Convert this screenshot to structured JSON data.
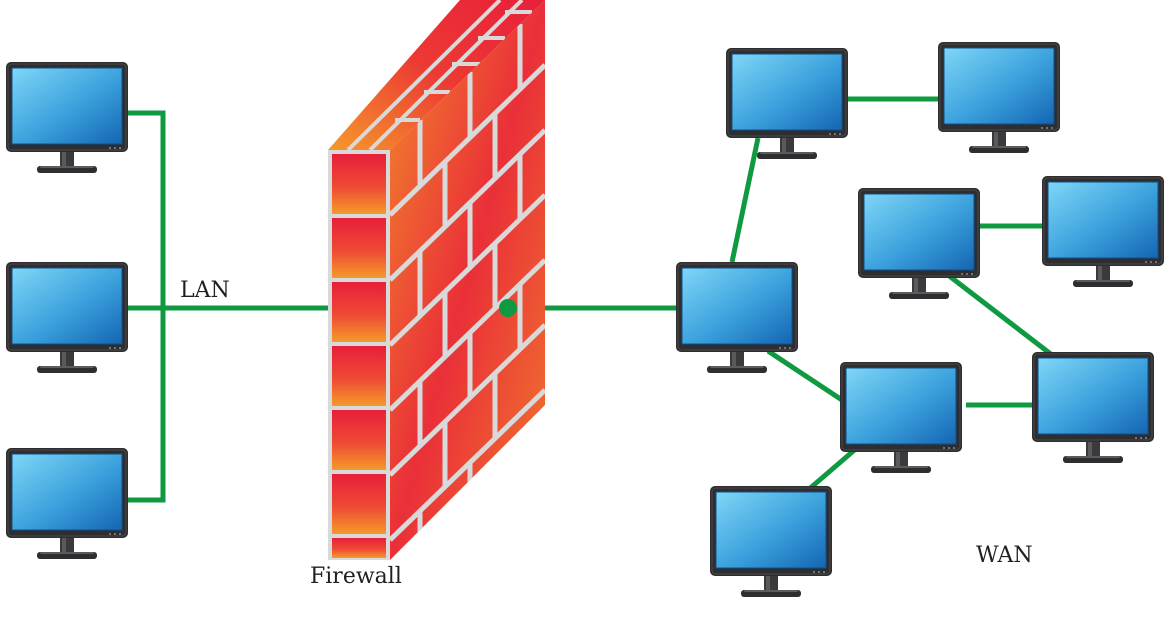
{
  "labels": {
    "lan": "LAN",
    "firewall": "Firewall",
    "wan": "WAN"
  },
  "colors": {
    "link": "#0f9a42",
    "monitor_bezel": "#2e2e30",
    "screen_light": "#79d3f6",
    "screen_dark": "#1669b5",
    "brick_light": "#f59a2b",
    "brick_dark": "#e81f3a",
    "mortar": "#cfcfcf"
  },
  "icons": {
    "computer": "monitor-icon",
    "firewall": "brick-wall-icon",
    "port": "connection-dot-icon"
  },
  "nodes": {
    "lan": [
      "lan-computer-1",
      "lan-computer-2",
      "lan-computer-3"
    ],
    "wan": [
      "wan-computer-1",
      "wan-computer-2",
      "wan-computer-3",
      "wan-computer-4",
      "wan-computer-5",
      "wan-computer-6",
      "wan-computer-7",
      "wan-computer-8"
    ]
  }
}
